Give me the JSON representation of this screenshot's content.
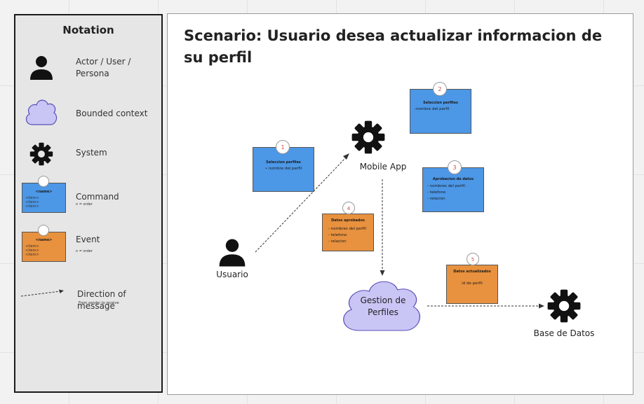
{
  "legend": {
    "title": "Notation",
    "actor_label": "Actor / User / Persona",
    "bounded_context_label": "Bounded context",
    "system_label": "System",
    "command_label": "Command",
    "command_note": "n = order",
    "event_label": "Event",
    "event_note": "n = order",
    "sticky_name": "<name>",
    "sticky_item": "<item>",
    "direction_label": "Direction of message",
    "direction_note": "From sender to receive"
  },
  "scenario": {
    "title": "Scenario: Usuario desea actualizar informacion de su perfil"
  },
  "nodes": {
    "usuario": "Usuario",
    "mobile_app": "Mobile App",
    "gestion_line1": "Gestion de",
    "gestion_line2": "Perfiles",
    "base_datos": "Base de Datos"
  },
  "stickies": {
    "s1": {
      "number": "1",
      "title": "Seleccion perfiles",
      "items": [
        "•  nombre del perfil"
      ]
    },
    "s2": {
      "number": "2",
      "title": "Seleccion perfiles",
      "items": [
        "-nombre del perfil"
      ]
    },
    "s3": {
      "number": "3",
      "title": "Aprobacion de datos",
      "items": [
        "- nombres del perfil",
        "- telefono",
        "- relacion"
      ]
    },
    "s4": {
      "number": "4",
      "title": "Datos aprobados",
      "items": [
        "- nombres del perfil",
        "- telefono",
        "- relacion"
      ]
    },
    "s5": {
      "number": "5",
      "title": "Datos actualizados",
      "items": [
        "id de perfil"
      ]
    }
  },
  "colors": {
    "command": "#4c97e6",
    "event": "#e8913e",
    "bounded_context": "#c9c5f5"
  },
  "icons": [
    "person-icon",
    "cloud-icon",
    "gear-icon",
    "arrow-icon"
  ]
}
